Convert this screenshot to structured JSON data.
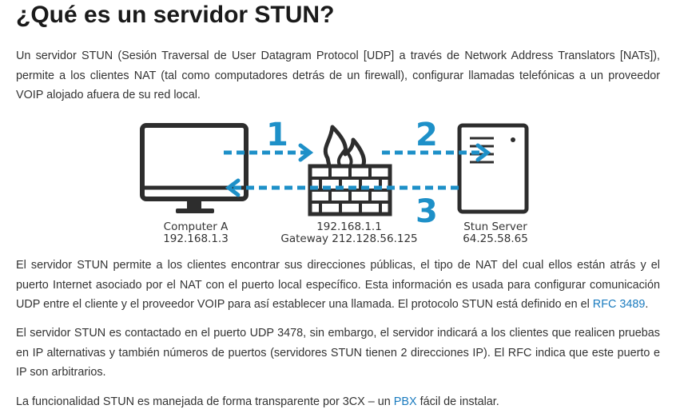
{
  "title": "¿Qué es un servidor STUN?",
  "intro": "Un servidor STUN (Sesión Traversal de User Datagram Protocol [UDP] a través de Network Address Translators [NATs]), permite a los clientes NAT (tal como computadores detrás de un firewall), configurar llamadas telefónicas a un proveedor VOIP alojado afuera de su red local.",
  "diagram": {
    "computer_name": "Computer A",
    "computer_ip": "192.168.1.3",
    "firewall_ip": "192.168.1.1",
    "firewall_gateway": "Gateway 212.128.56.125",
    "server_name": "Stun Server",
    "server_ip": "64.25.58.65",
    "step1": "1",
    "step2": "2",
    "step3": "3",
    "accent_color": "#1e90c8"
  },
  "para2": {
    "text": "El servidor STUN permite a los clientes encontrar sus direcciones públicas, el tipo de NAT del cual ellos están atrás y el puerto Internet asociado por el NAT con el puerto local específico. Esta información es usada para configurar comunicación UDP entre el cliente y el proveedor VOIP para así establecer una llamada. El protocolo STUN está definido en el ",
    "link": "RFC 3489",
    "after": "."
  },
  "para3": "El servidor STUN es contactado en el puerto UDP 3478, sin embargo, el servidor indicará a los clientes que realicen pruebas en IP alternativas y también números de puertos (servidores STUN tienen 2 direcciones IP). El RFC indica que este puerto e IP son arbitrarios.",
  "para4": {
    "text": "La funcionalidad STUN es manejada de forma transparente por 3CX – un ",
    "link": "PBX",
    "after": " fácil de instalar."
  }
}
